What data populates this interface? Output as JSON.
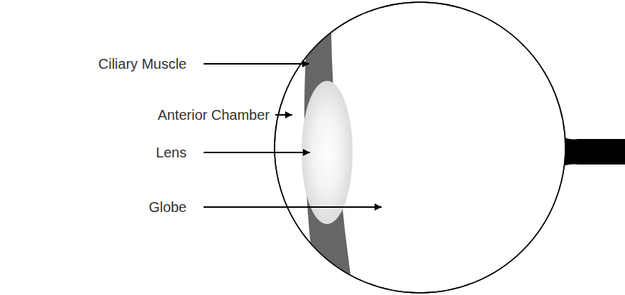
{
  "diagram": {
    "labels": [
      "Ciliary Muscle",
      "Anterior Chamber",
      "Lens",
      "Globe"
    ]
  }
}
